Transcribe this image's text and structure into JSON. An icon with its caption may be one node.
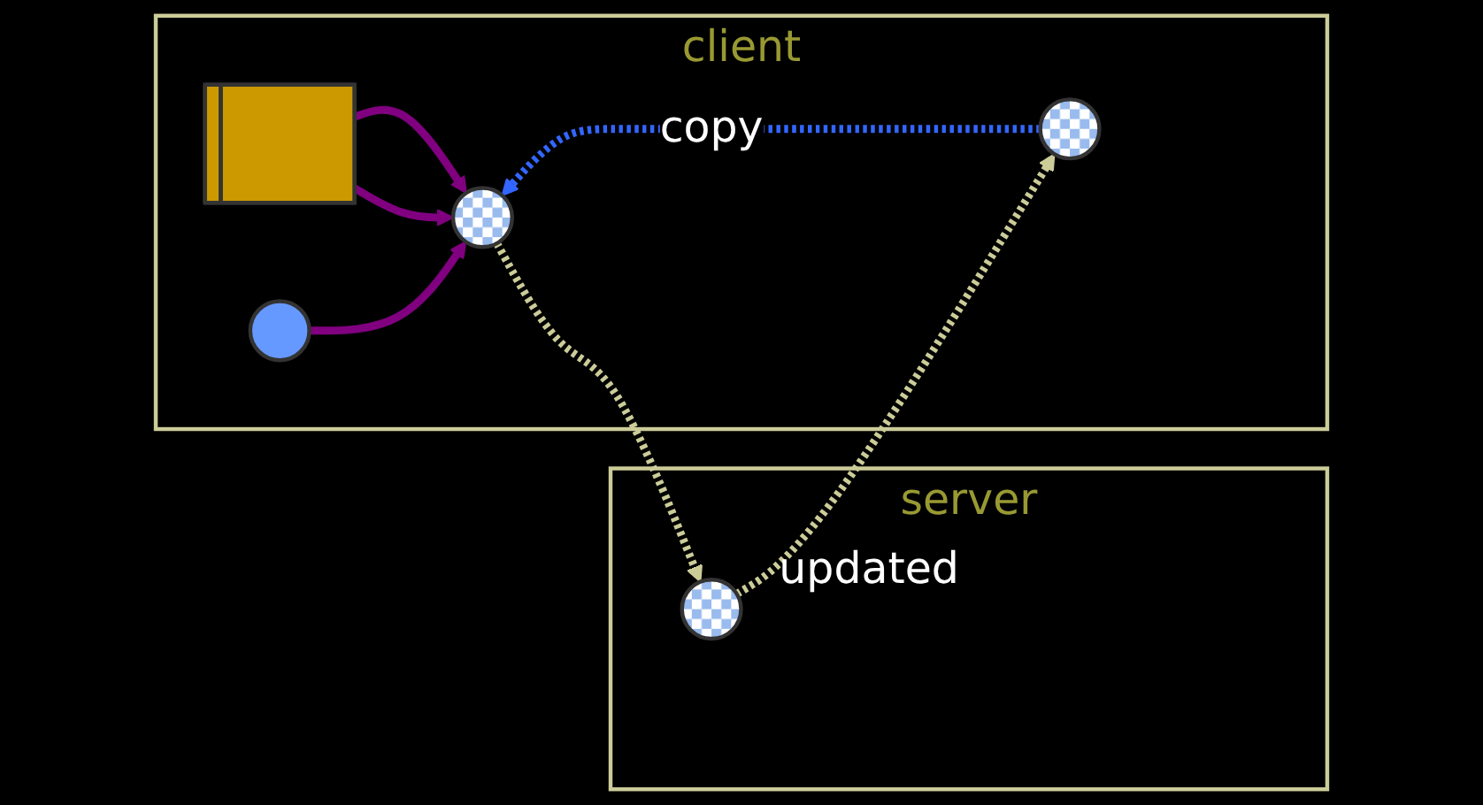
{
  "diagram": {
    "nodes": [
      {
        "text": [
          "client"
        ]
      },
      {
        "text": [],
        "shape": "stack",
        "in": 0
      },
      {
        "text": [],
        "shape": "circle",
        "in": 0
      },
      {
        "text": [],
        "shape": "circle",
        "in": 0
      },
      {
        "text": [],
        "shape": "circle",
        "in": 0
      },
      {
        "text": [
          "server"
        ]
      },
      {
        "text": [],
        "shape": "circle",
        "in": 5,
        "beside": [
          "updated"
        ]
      }
    ],
    "edges": [
      {
        "from": 1,
        "to": 2,
        "arrow": "to"
      },
      {
        "from": 1,
        "to": 2,
        "arrow": "to"
      },
      {
        "from": 3,
        "to": 2,
        "arrow": "to"
      },
      {
        "from": 2,
        "to": 6,
        "arrow": "to",
        "style": "dashed",
        "color": "#cccc99"
      },
      {
        "from": 6,
        "to": 4,
        "arrow": "to",
        "style": "dashed",
        "color": "#cccc99"
      },
      {
        "from": 4,
        "to": 2,
        "arrow": "to",
        "label": "copy",
        "style": "dashed",
        "color": "#3366ff"
      }
    ]
  }
}
